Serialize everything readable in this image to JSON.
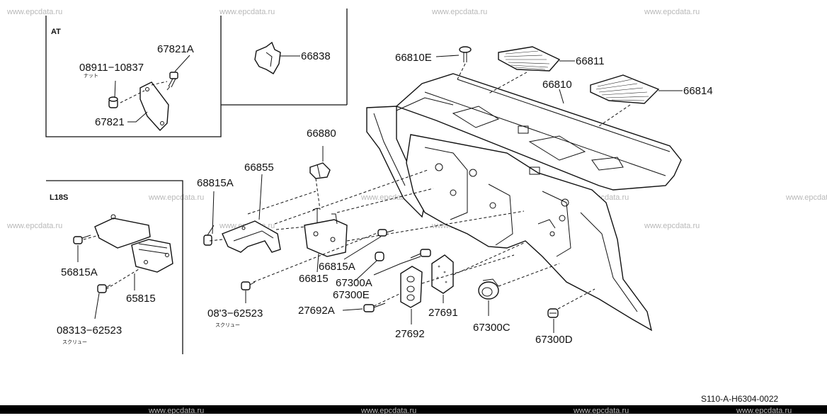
{
  "watermark": "www.epcdata.ru",
  "diagram_code": "S110-A-H6304-0022",
  "boxes": {
    "at": {
      "title": "AT"
    },
    "lbs": {
      "title": "L18S"
    }
  },
  "labels": {
    "p67821A": "67821A",
    "p08911": "08911−10837",
    "p08911_sub": "ナット",
    "p67821": "67821",
    "p66838": "66838",
    "p66810E": "66810E",
    "p66811": "66811",
    "p66810": "66810",
    "p66814": "66814",
    "p66880": "66880",
    "p66855": "66855",
    "p68815A": "68815A",
    "p56815A": "56815A",
    "p65815": "65815",
    "p08313_left": "08313−62523",
    "p08313_left_sub": "スクリュー",
    "p66815": "66815",
    "p66815A": "66815A",
    "p67300A": "67300A",
    "p67300E": "67300E",
    "p08313_mid": "08'3−62523",
    "p08313_mid_sub": "スクリュー",
    "p27692A": "27692A",
    "p27691": "27691",
    "p27692": "27692",
    "p67300C": "67300C",
    "p67300D": "67300D"
  }
}
